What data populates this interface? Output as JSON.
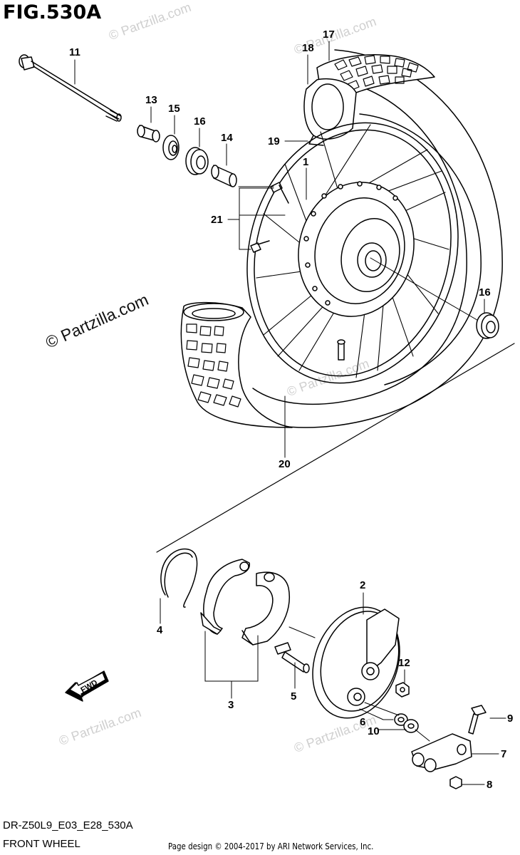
{
  "figure_title": "FIG.530A",
  "watermark_text": "© Partzilla.com",
  "part_numbers": [
    "1",
    "2",
    "3",
    "4",
    "5",
    "6",
    "7",
    "8",
    "9",
    "10",
    "11",
    "12",
    "13",
    "14",
    "15",
    "16",
    "17",
    "18",
    "19",
    "20",
    "21"
  ],
  "second_16": "16",
  "fwd_label": "FWD",
  "diagram_code": "DR-Z50L9_E03_E28_530A",
  "diagram_name": "FRONT WHEEL",
  "credit": "Page design © 2004-2017 by ARI Network Services, Inc."
}
